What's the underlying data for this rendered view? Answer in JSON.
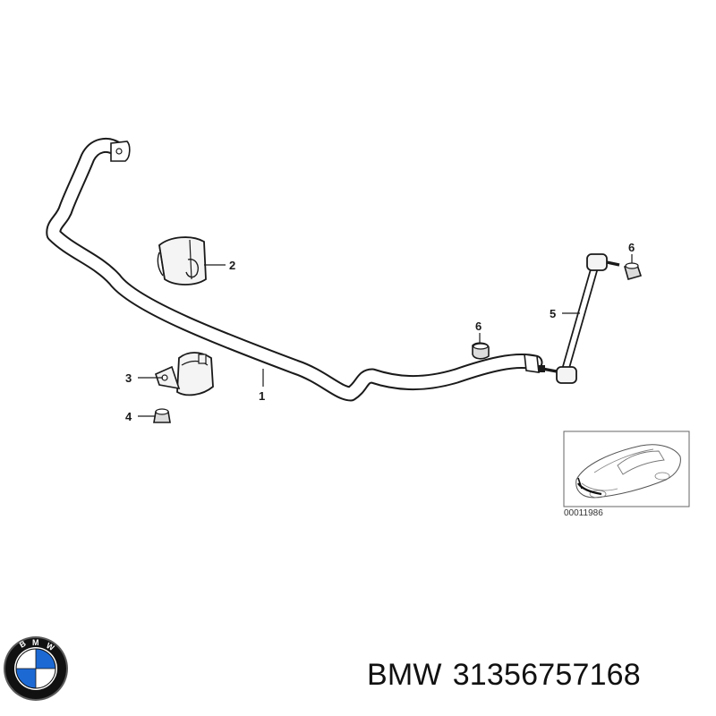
{
  "callouts": {
    "stabilizer_bar": "1",
    "rubber_mounting": "2",
    "bracket": "3",
    "nut_bracket": "4",
    "link": "5",
    "nut_top": "6",
    "nut_end": "6"
  },
  "inset": {
    "diagram_id": "00011986"
  },
  "caption": {
    "brand": "BMW",
    "part_number": "31356757168"
  },
  "logo": {
    "brand_text": "BMW",
    "colors": {
      "blue": "#1c69d4",
      "black": "#111111",
      "white": "#ffffff"
    }
  }
}
